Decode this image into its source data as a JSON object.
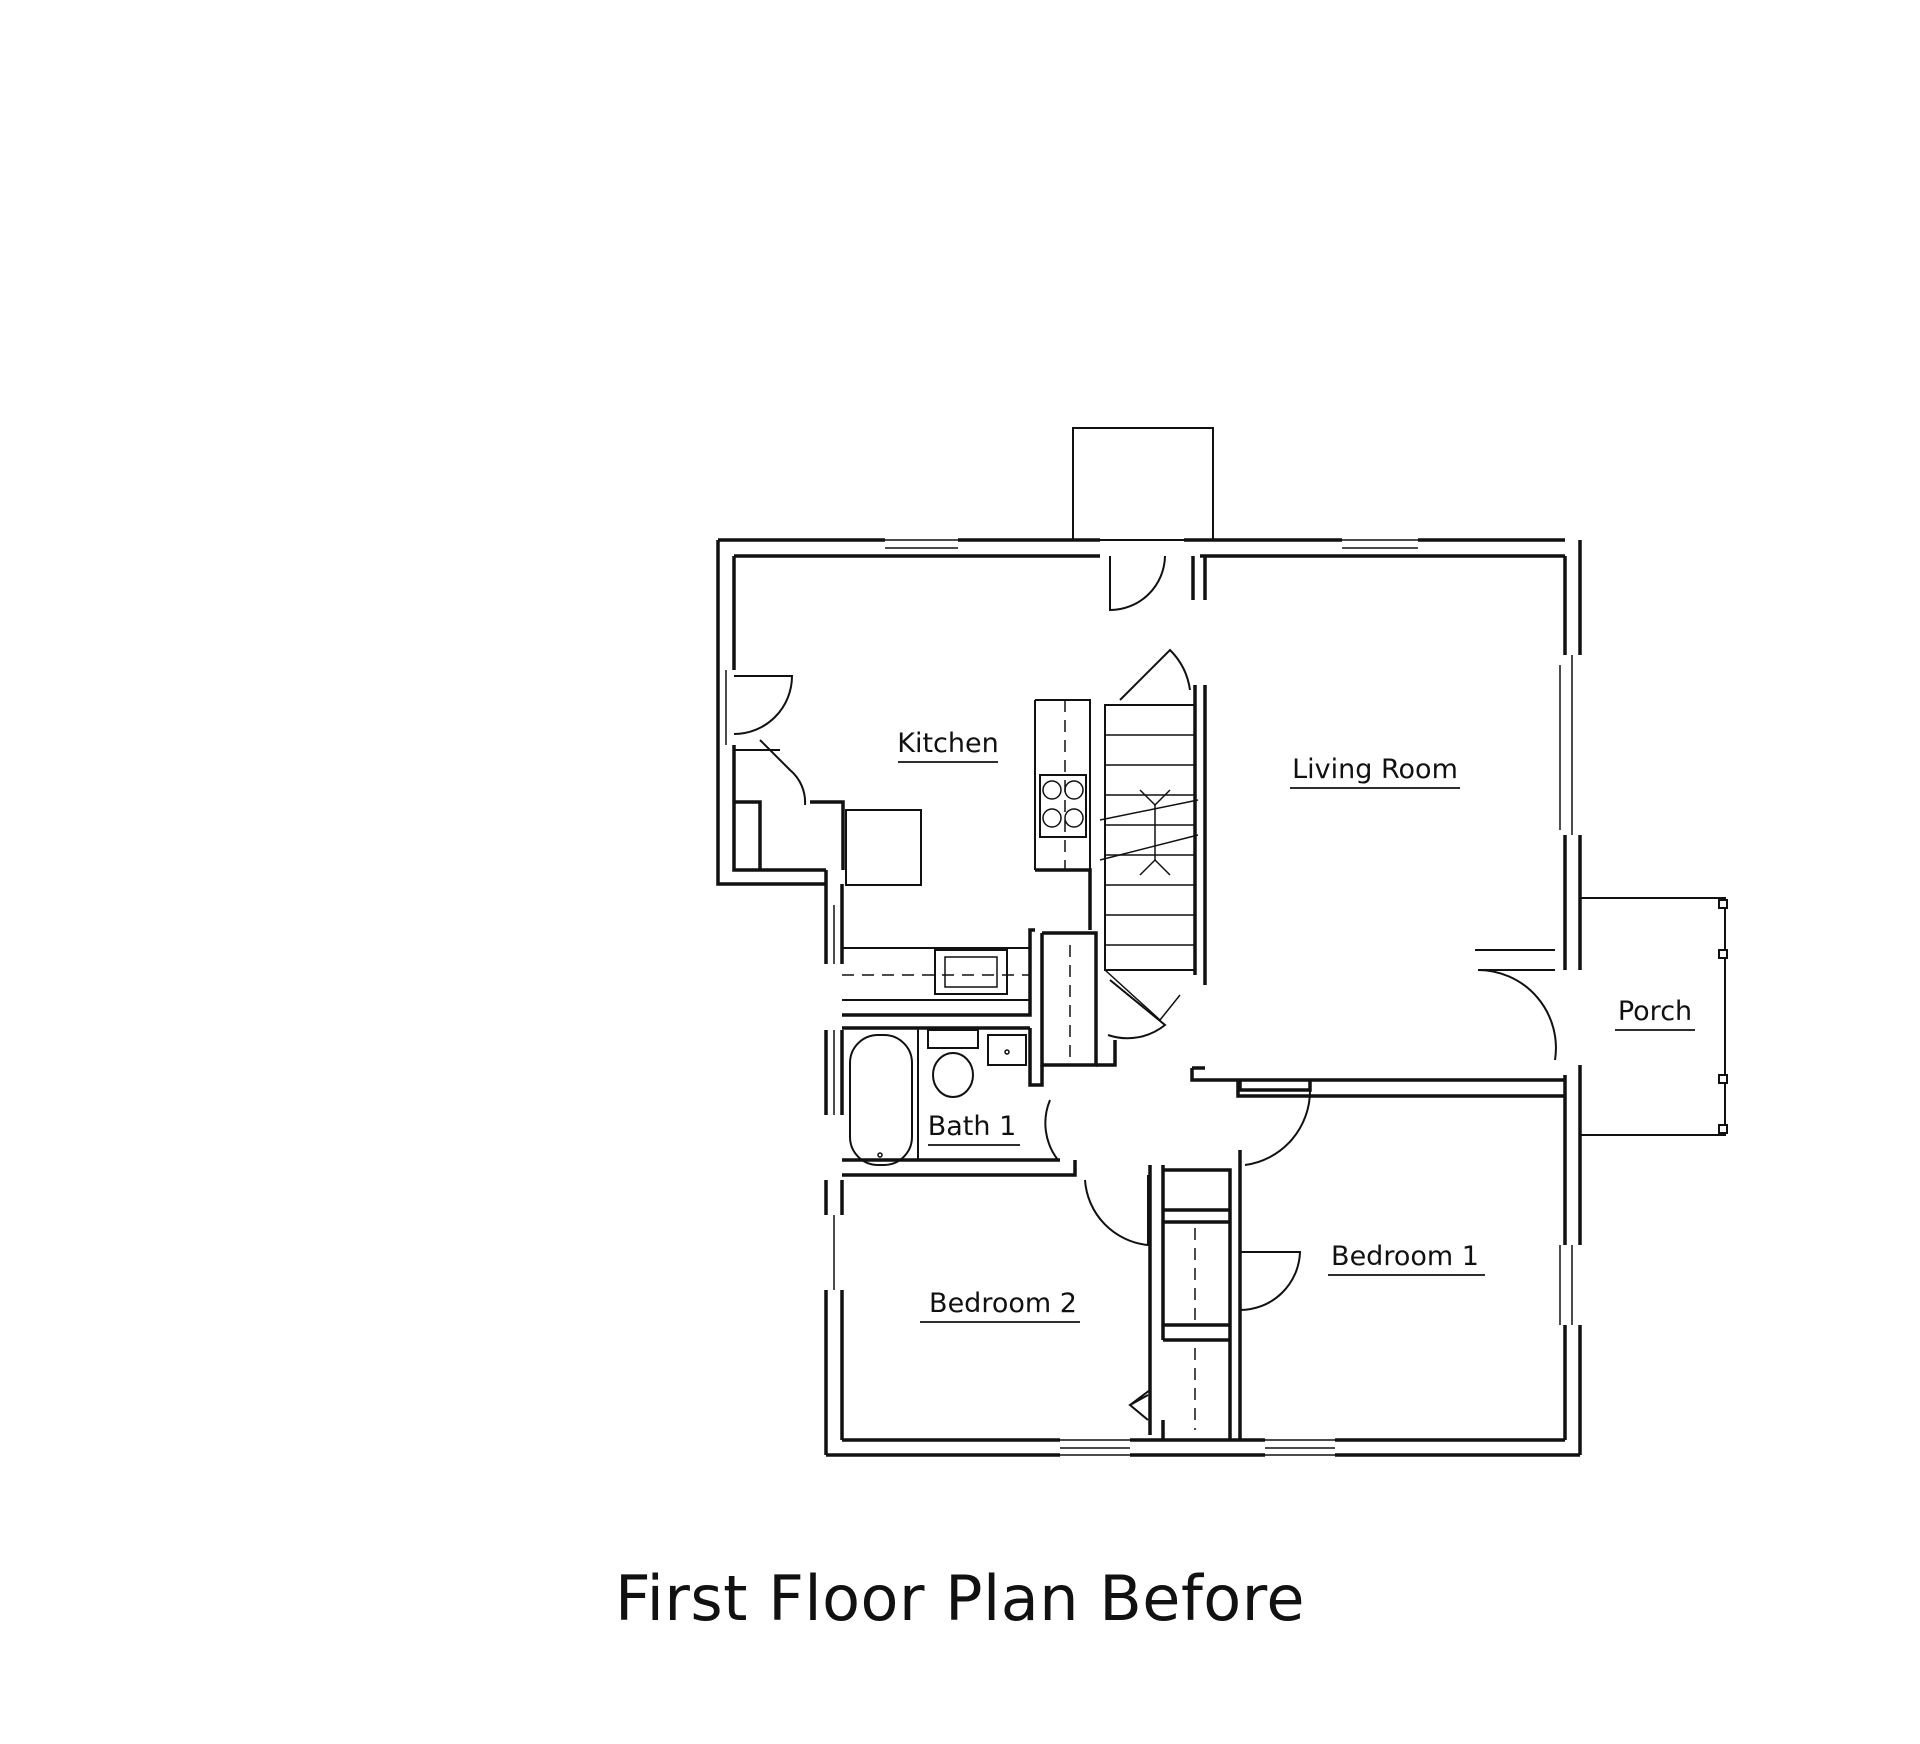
{
  "title": "First Floor Plan Before",
  "rooms": {
    "kitchen": "Kitchen",
    "living_room": "Living Room",
    "porch": "Porch",
    "bath_1": "Bath 1",
    "bedroom_1": "Bedroom 1",
    "bedroom_2": "Bedroom 2"
  }
}
